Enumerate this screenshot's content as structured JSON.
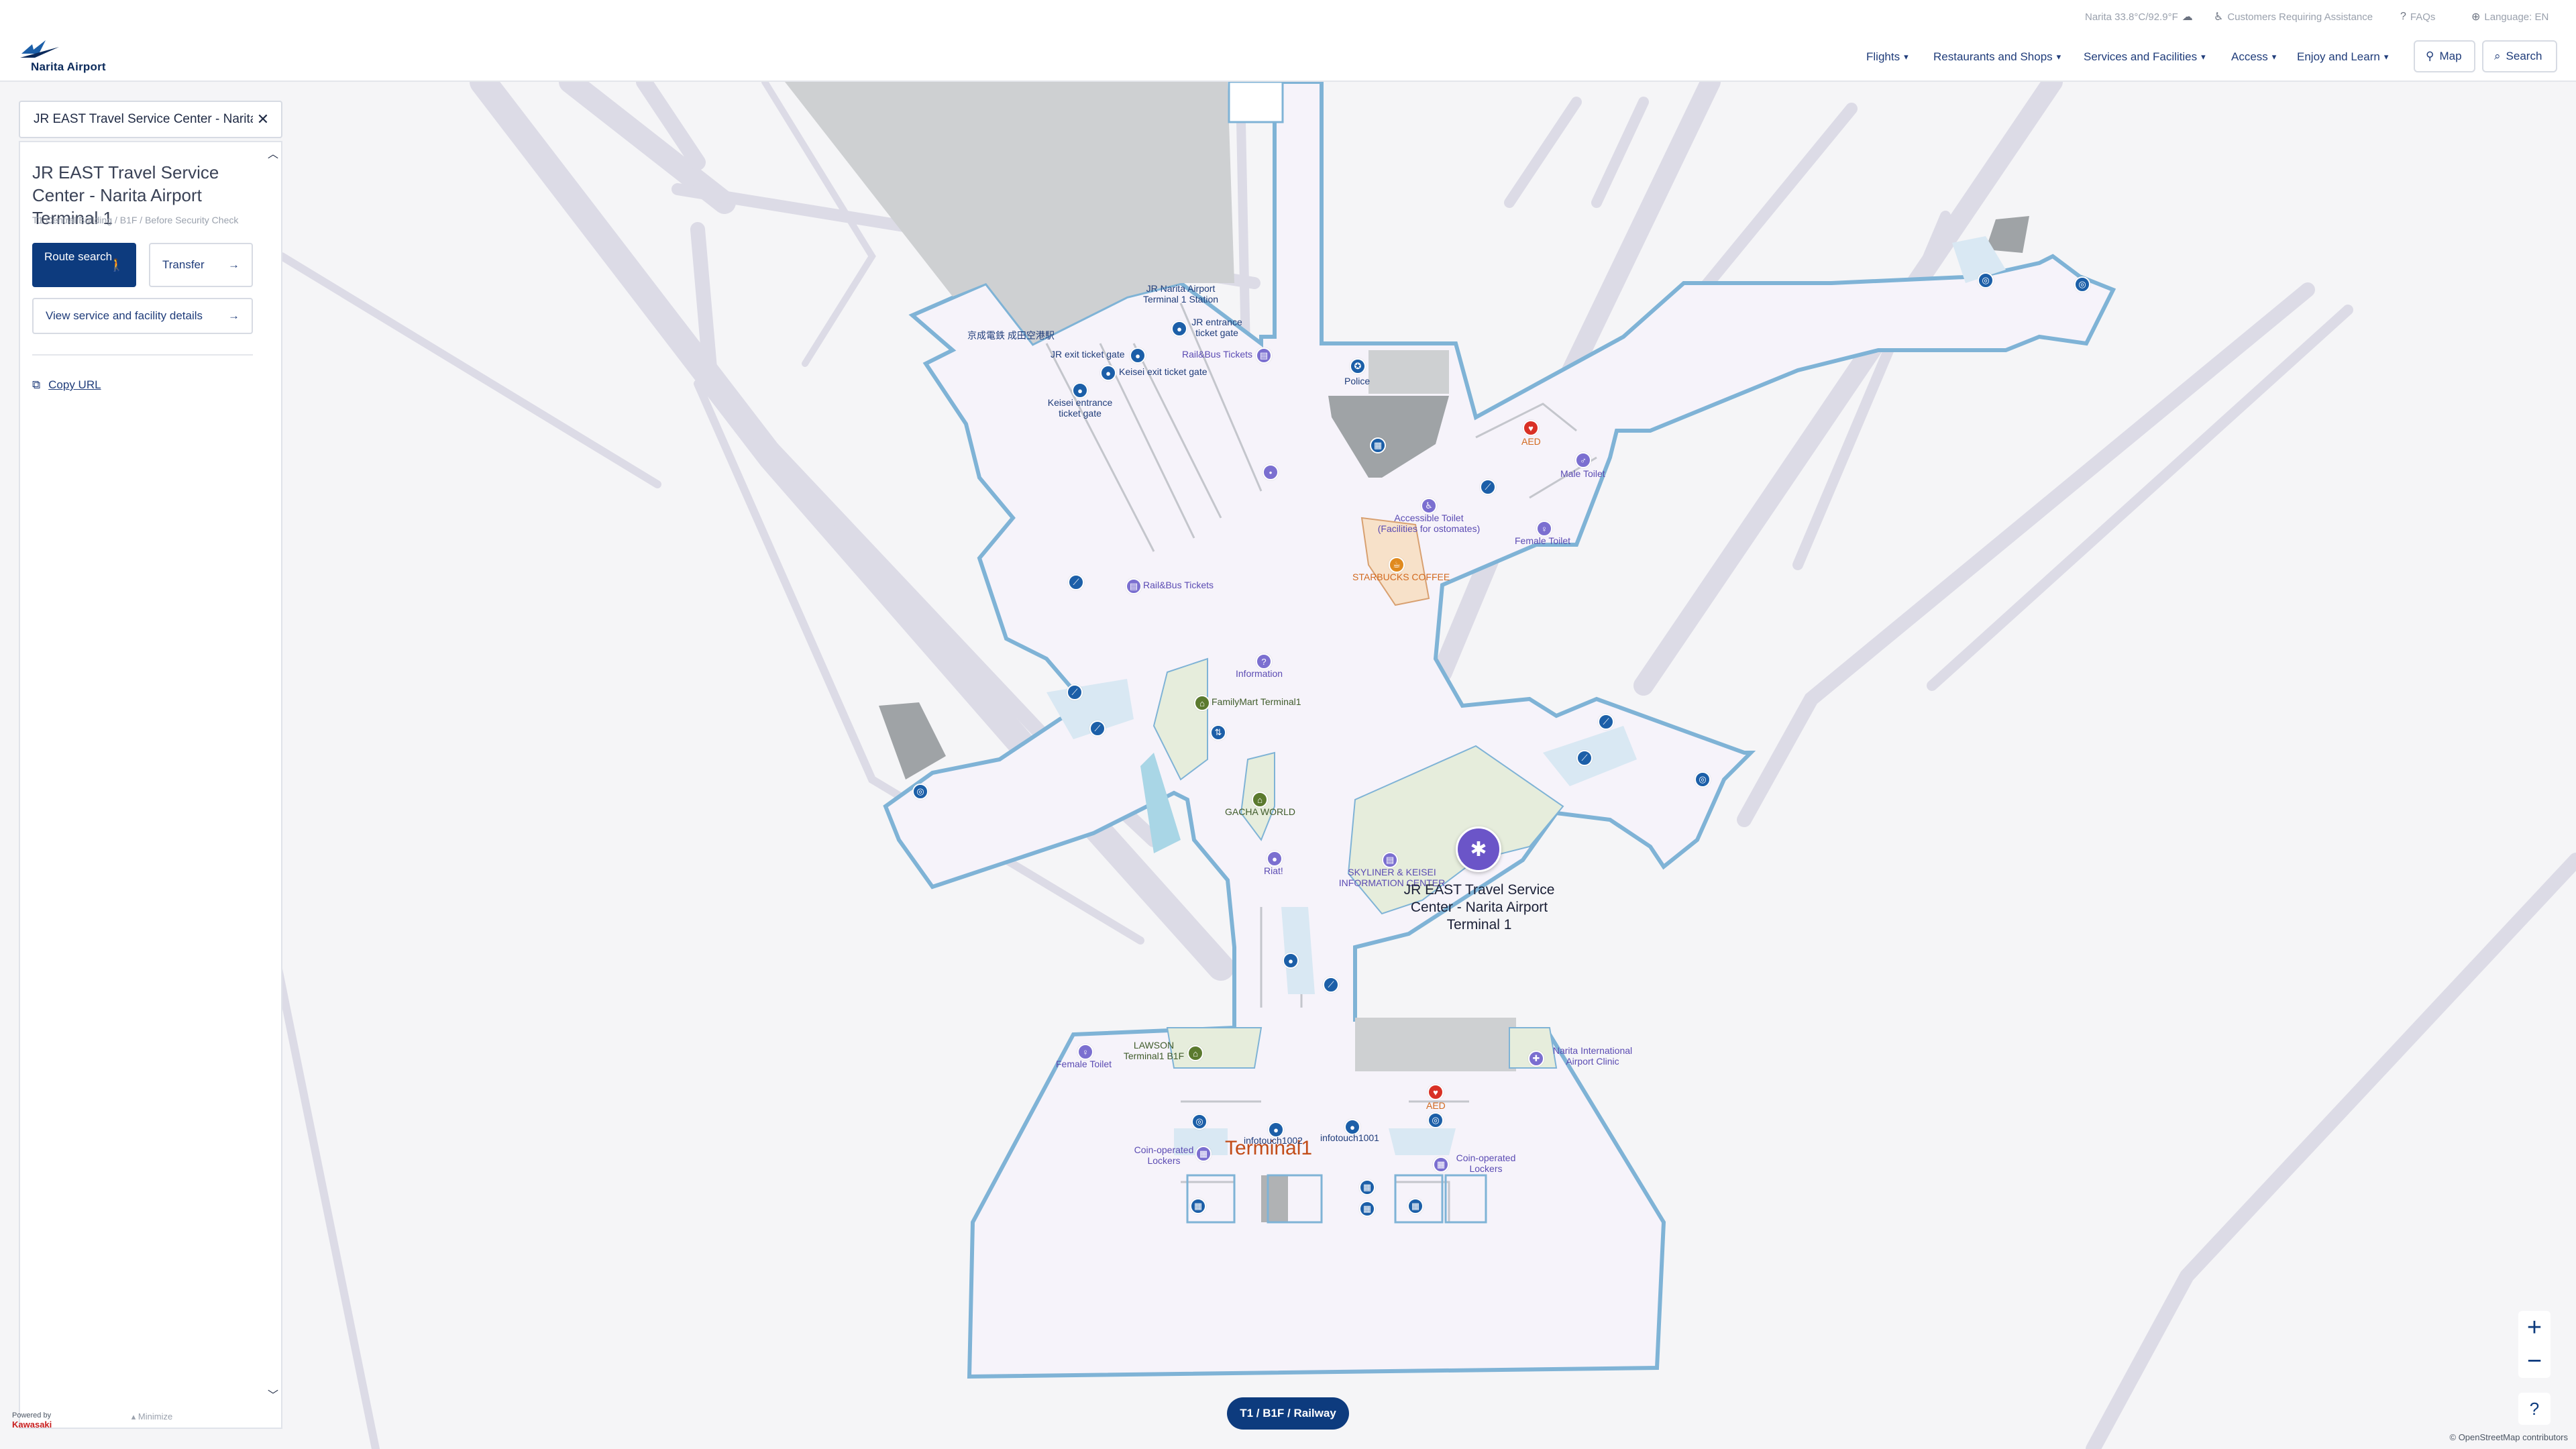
{
  "header": {
    "logo_text": "Narita Airport",
    "weather": "Narita 33.8°C/92.9°F",
    "assistance": "Customers Requiring Assistance",
    "faqs": "FAQs",
    "language": "Language: EN",
    "nav": [
      "Flights",
      "Restaurants and Shops",
      "Services and Facilities",
      "Access",
      "Enjoy and Learn"
    ],
    "map_button": "Map",
    "search_button": "Search"
  },
  "search": {
    "value": "JR EAST Travel Service Center - Narita Airport Terminal 1"
  },
  "place": {
    "title": "JR EAST Travel Service Center - Narita Airport Terminal 1",
    "subtitle": "T1 Central Building / B1F / Before Security Check",
    "route_label": "Route search",
    "transfer_label": "Transfer",
    "details_label": "View service and facility details",
    "copy_url_label": "Copy URL",
    "minimize_label": "Minimize"
  },
  "map": {
    "selected_label": "JR EAST Travel Service Center - Narita Airport Terminal 1",
    "terminal_label": "Terminal1",
    "floor_label": "T1 / B1F / Railway",
    "attribution": "© OpenStreetMap contributors",
    "powered_by": "Powered by",
    "powered_brand": "Kawasaki",
    "labels": {
      "keisei_station": "京成電鉄 成田空港駅",
      "jr_station": "JR Narita Airport Terminal 1 Station",
      "jr_exit": "JR exit ticket gate",
      "jr_entrance": "JR entrance ticket gate",
      "rail_bus_1": "Rail&Bus Tickets",
      "keisei_exit": "Keisei exit ticket gate",
      "keisei_entrance": "Keisei entrance ticket gate",
      "police": "Police",
      "aed_1": "AED",
      "male_toilet": "Male Toilet",
      "accessible_toilet": "Accessible Toilet (Facilities for ostomates)",
      "female_toilet_1": "Female Toilet",
      "starbucks": "STARBUCKS COFFEE",
      "rail_bus_2": "Rail&Bus Tickets",
      "information": "Information",
      "familymart": "FamilyMart Terminal1",
      "gacha": "GACHA WORLD",
      "riat": "Riat!",
      "skyliner": "SKYLINER & KEISEI INFORMATION CENTER",
      "lawson": "LAWSON Terminal1 B1F",
      "female_toilet_2": "Female Toilet",
      "clinic": "Narita International Airport Clinic",
      "aed_2": "AED",
      "infotouch_1002": "infotouch1002",
      "infotouch_1001": "infotouch1001",
      "lockers_1": "Coin-operated Lockers",
      "lockers_2": "Coin-operated Lockers"
    }
  }
}
